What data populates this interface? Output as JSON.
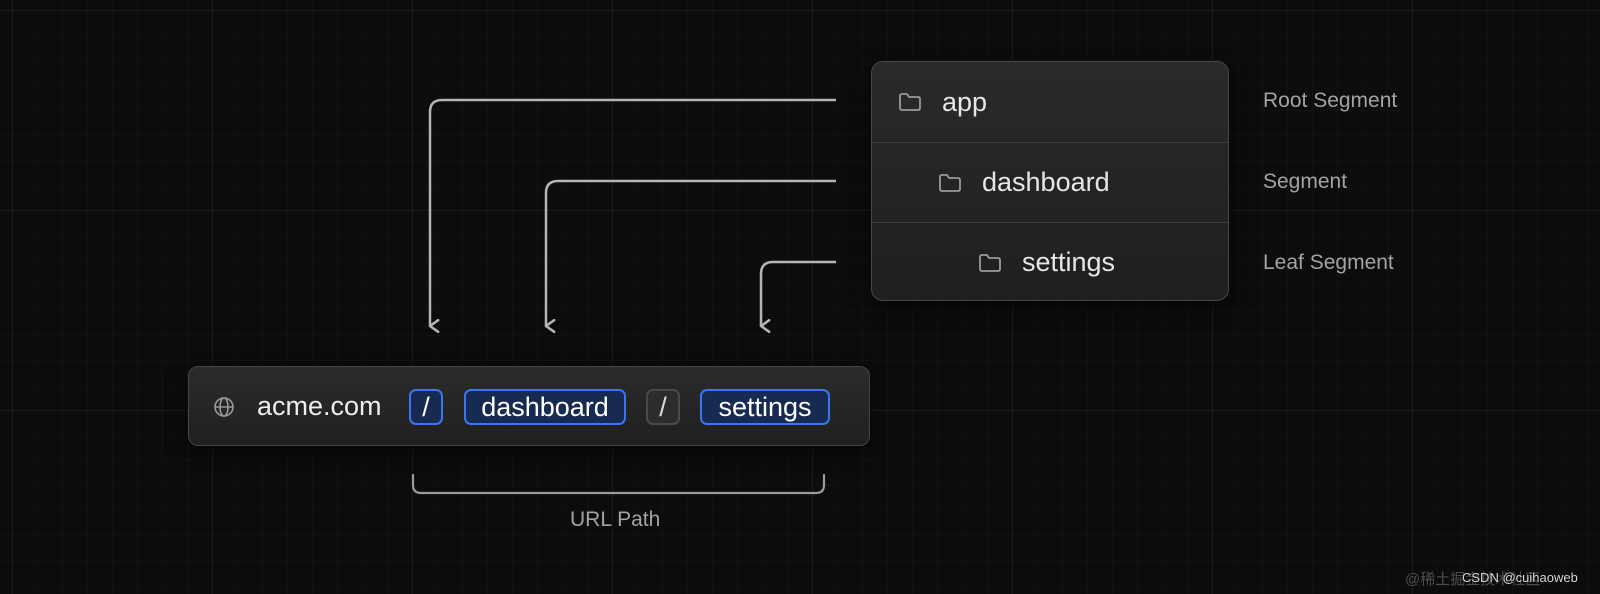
{
  "folders": [
    {
      "name": "app",
      "icon": "folder-icon",
      "segment_label": "Root Segment"
    },
    {
      "name": "dashboard",
      "icon": "folder-icon",
      "segment_label": "Segment"
    },
    {
      "name": "settings",
      "icon": "folder-icon",
      "segment_label": "Leaf Segment"
    }
  ],
  "url_bar": {
    "icon": "globe-icon",
    "domain": "acme.com",
    "segments": [
      {
        "text": "/",
        "highlighted": true
      },
      {
        "text": "dashboard",
        "highlighted": true
      },
      {
        "text": "/",
        "highlighted": false
      },
      {
        "text": "settings",
        "highlighted": true
      }
    ]
  },
  "url_path_label": "URL Path",
  "watermark": {
    "faint": "@稀土掘金技术社区",
    "bold": "CSDN @cuihaoweb"
  },
  "colors": {
    "background": "#0c0c0c",
    "connector": "#b5b5b5",
    "highlight_border": "#3b76f0",
    "highlight_fill": "#172a52"
  }
}
